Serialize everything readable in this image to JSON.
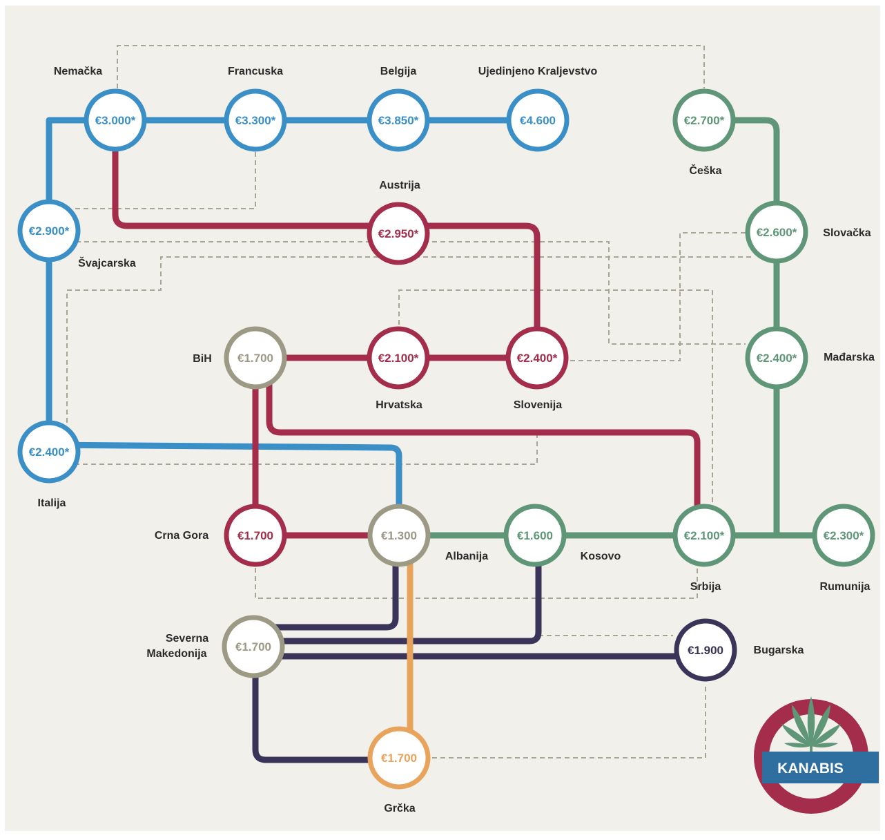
{
  "colors": {
    "background": "#f2f0eb",
    "blue": "#3a8fc6",
    "red": "#a32d4b",
    "green": "#5e9677",
    "gray": "#9c9985",
    "navy": "#3a3458",
    "orange": "#e8a45c",
    "dashed": "#a8a593",
    "logo_ring": "#a32d4b",
    "logo_banner": "#2f6f9f"
  },
  "stations": [
    {
      "id": "nemacka",
      "label": "Nemačka",
      "price": "€3.000*",
      "color": "blue"
    },
    {
      "id": "francuska",
      "label": "Francuska",
      "price": "€3.300*",
      "color": "blue"
    },
    {
      "id": "belgija",
      "label": "Belgija",
      "price": "€3.850*",
      "color": "blue"
    },
    {
      "id": "uk",
      "label": "Ujedinjeno Kraljevstvo",
      "price": "€4.600",
      "color": "blue"
    },
    {
      "id": "ceska",
      "label": "Češka",
      "price": "€2.700*",
      "color": "green"
    },
    {
      "id": "svajcarska",
      "label": "Švajcarska",
      "price": "€2.900*",
      "color": "blue"
    },
    {
      "id": "austrija",
      "label": "Austrija",
      "price": "€2.950*",
      "color": "red"
    },
    {
      "id": "slovacka",
      "label": "Slovačka",
      "price": "€2.600*",
      "color": "green"
    },
    {
      "id": "bih",
      "label": "BiH",
      "price": "€1.700",
      "color": "gray"
    },
    {
      "id": "hrvatska",
      "label": "Hrvatska",
      "price": "€2.100*",
      "color": "red"
    },
    {
      "id": "slovenija",
      "label": "Slovenija",
      "price": "€2.400*",
      "color": "red"
    },
    {
      "id": "madjarska",
      "label": "Mađarska",
      "price": "€2.400*",
      "color": "green"
    },
    {
      "id": "italija",
      "label": "Italija",
      "price": "€2.400*",
      "color": "blue"
    },
    {
      "id": "crna_gora",
      "label": "Crna Gora",
      "price": "€1.700",
      "color": "red"
    },
    {
      "id": "albanija",
      "label": "Albanija",
      "price": "€1.300",
      "color": "gray"
    },
    {
      "id": "kosovo",
      "label": "Kosovo",
      "price": "€1.600",
      "color": "green"
    },
    {
      "id": "srbija",
      "label": "Srbija",
      "price": "€2.100*",
      "color": "green"
    },
    {
      "id": "rumunija",
      "label": "Rumunija",
      "price": "€2.300*",
      "color": "green"
    },
    {
      "id": "makedonija",
      "label_lines": [
        "Severna",
        "Makedonija"
      ],
      "price": "€1.700",
      "color": "gray"
    },
    {
      "id": "bugarska",
      "label": "Bugarska",
      "price": "€1.900",
      "color": "navy"
    },
    {
      "id": "grcka",
      "label": "Grčka",
      "price": "€1.700",
      "color": "orange"
    }
  ],
  "logo": {
    "label": "KANABIS",
    "icon": "cannabis-leaf-icon"
  }
}
